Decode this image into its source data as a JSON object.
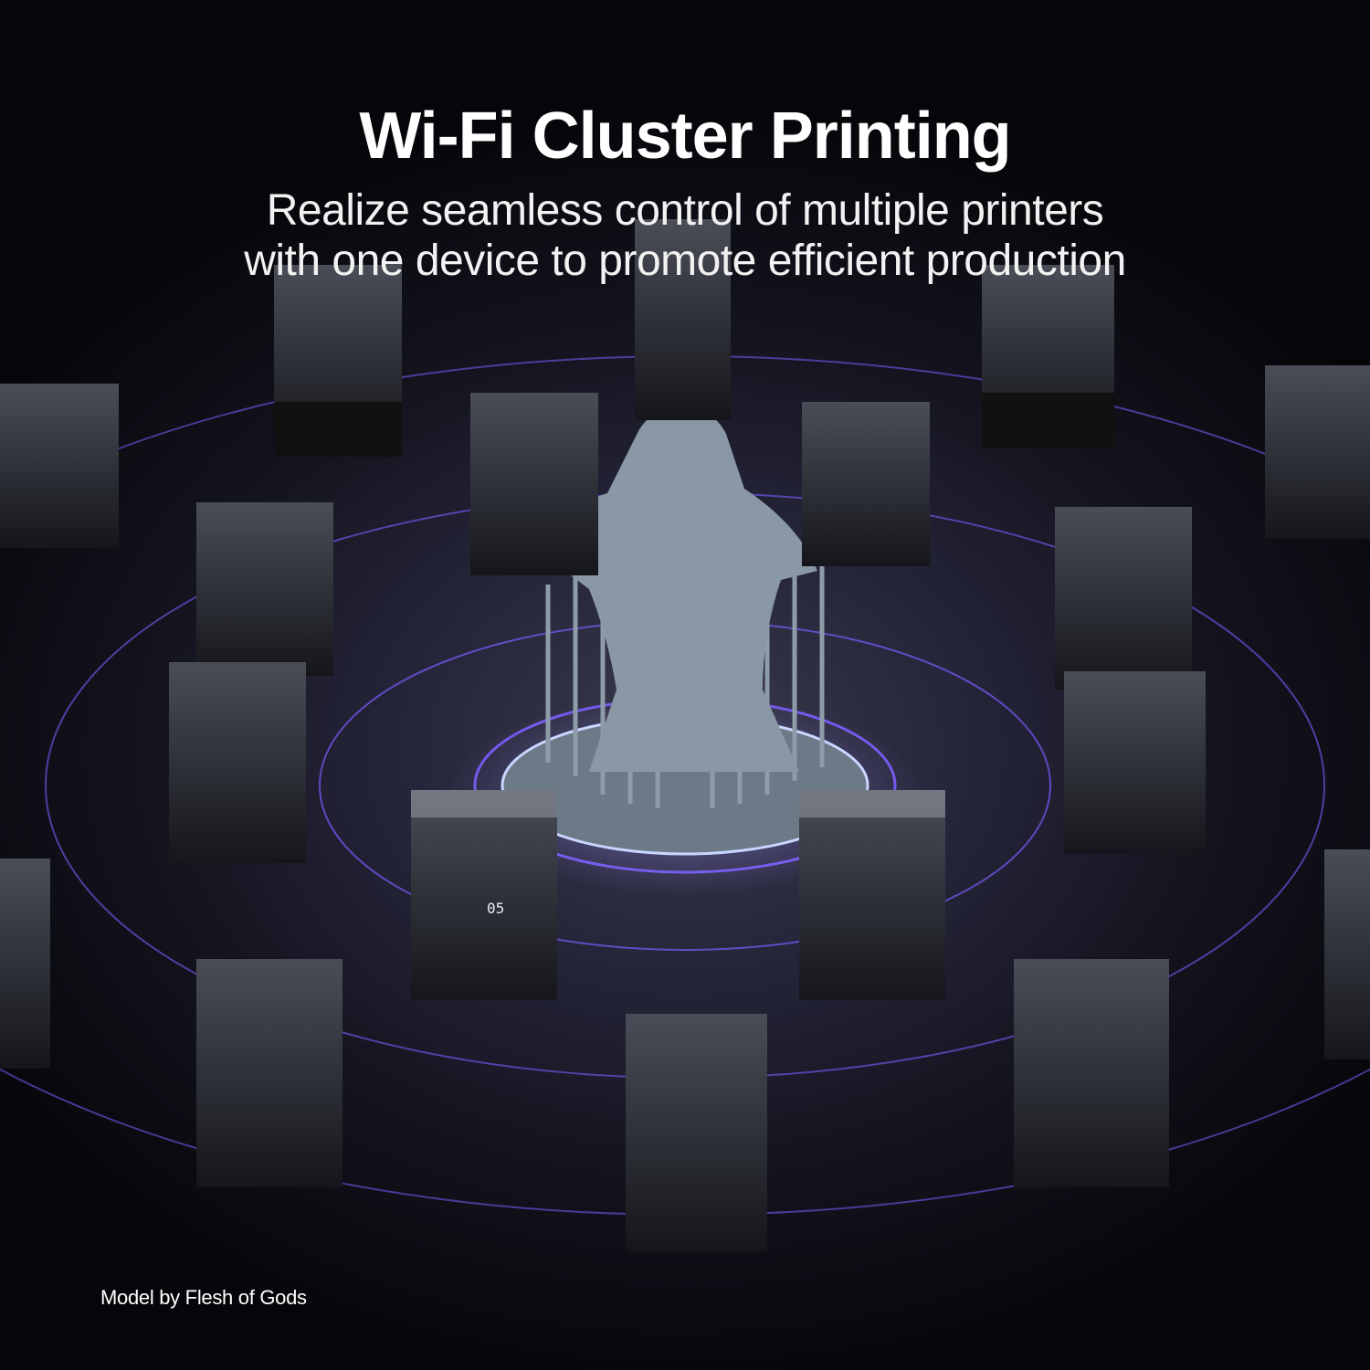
{
  "headline": {
    "title": "Wi-Fi Cluster Printing",
    "subtitle_line1": "Realize seamless control of multiple printers",
    "subtitle_line2": "with one device to promote efficient production"
  },
  "printer_label": "05",
  "credit": "Model by Flesh of Gods",
  "colors": {
    "background": "#07070b",
    "ring": "#7b5cff",
    "text": "#ffffff"
  }
}
